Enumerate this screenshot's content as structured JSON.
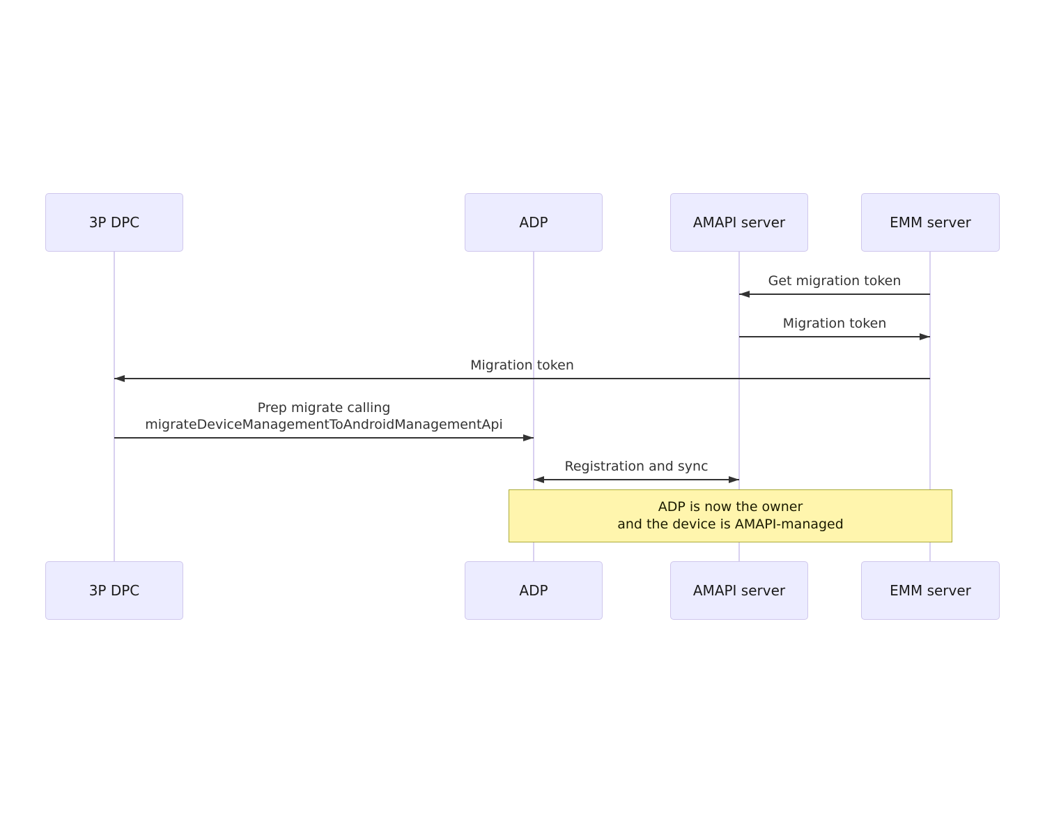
{
  "diagram": {
    "type": "sequence",
    "actors": [
      {
        "id": "3p-dpc",
        "label": "3P DPC"
      },
      {
        "id": "adp",
        "label": "ADP"
      },
      {
        "id": "amapi-server",
        "label": "AMAPI server"
      },
      {
        "id": "emm-server",
        "label": "EMM server"
      }
    ],
    "messages": [
      {
        "from": "EMM server",
        "to": "AMAPI server",
        "direction": "left",
        "label": "Get migration token"
      },
      {
        "from": "AMAPI server",
        "to": "EMM server",
        "direction": "right",
        "label": "Migration token"
      },
      {
        "from": "EMM server",
        "to": "3P DPC",
        "direction": "left",
        "label": "Migration token"
      },
      {
        "from": "3P DPC",
        "to": "ADP",
        "direction": "right",
        "label": "Prep migrate calling\nmigrateDeviceManagementToAndroidManagementApi"
      },
      {
        "from": "ADP",
        "to": "AMAPI server",
        "direction": "both",
        "label": "Registration and sync"
      }
    ],
    "note": {
      "over": [
        "ADP",
        "EMM server"
      ],
      "label": "ADP is now the owner\nand the device is AMAPI-managed"
    }
  },
  "colors": {
    "actor_fill": "#ECECFF",
    "actor_border": "#CFC6EC",
    "lifeline": "#D8D0F0",
    "arrow": "#333333",
    "msg_text": "#333333",
    "actor_text": "#1a1a1a",
    "note_fill": "#FFF5AD",
    "note_border": "#AAAA33",
    "note_text": "#1a1a00",
    "bg": "#ffffff"
  }
}
